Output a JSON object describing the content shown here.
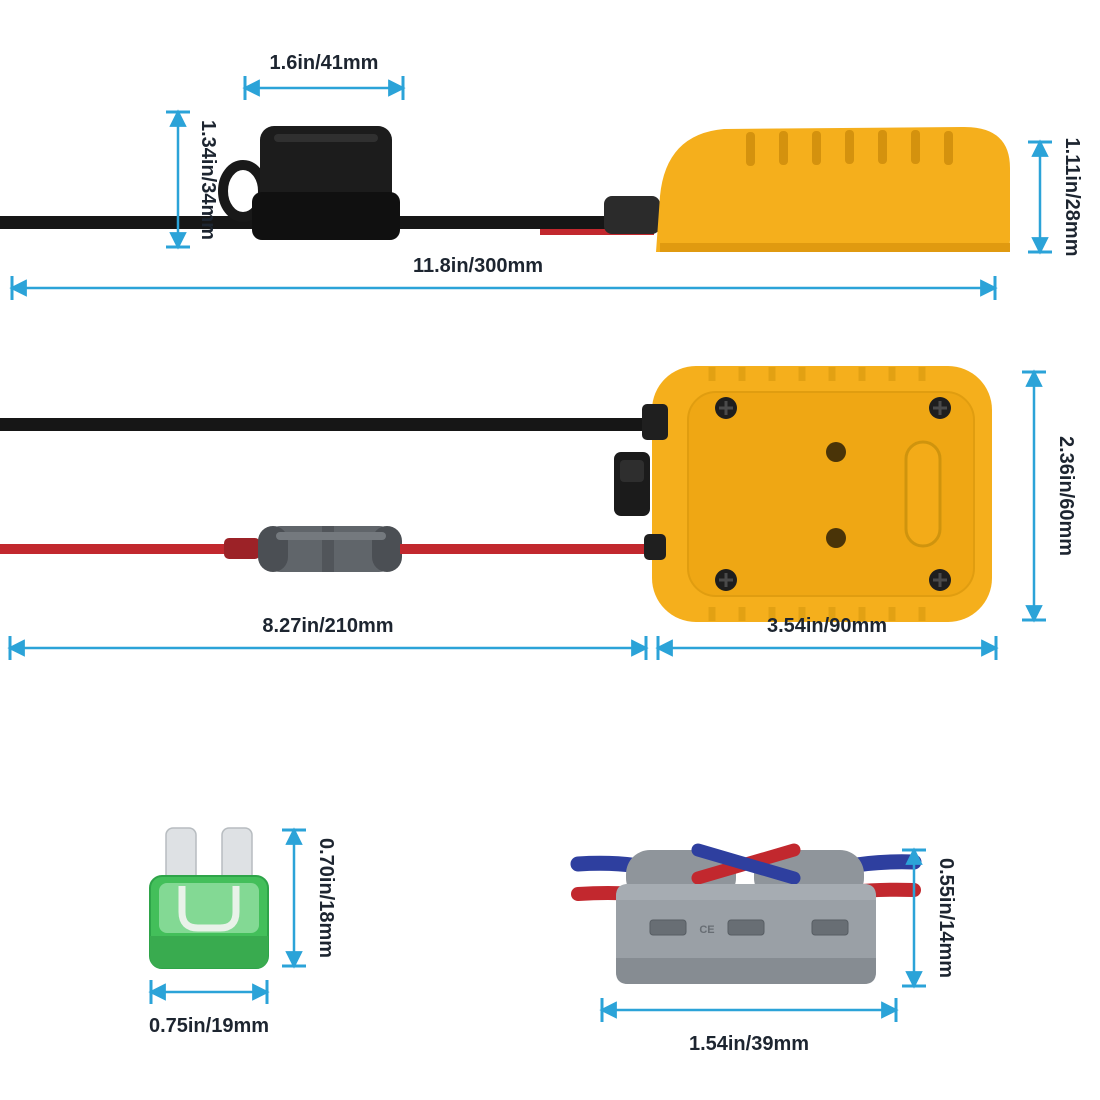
{
  "title": "Battery adapter kit dimension diagram",
  "colors": {
    "dimension_blue": "#2BA3D8",
    "label_text": "#1D2530",
    "adapter_yellow": "#F5AF1C",
    "wire_black": "#161616",
    "wire_red": "#C2282E",
    "wire_blue": "#2E3F9F",
    "fuse_green": "#43BF5A",
    "connector_gray": "#9AA0A6"
  },
  "dims": {
    "fuse_cap_width": "1.6in/41mm",
    "fuse_cap_height": "1.34in/34mm",
    "adapter_height": "1.11in/28mm",
    "total_length": "11.8in/300mm",
    "adapter_width": "2.36in/60mm",
    "cable_length": "8.27in/210mm",
    "adapter_length": "3.54in/90mm",
    "fuse_height": "0.70in/18mm",
    "fuse_width": "0.75in/19mm",
    "connector_height": "0.55in/14mm",
    "connector_width": "1.54in/39mm"
  },
  "connector": {
    "ce_mark": "CE"
  }
}
